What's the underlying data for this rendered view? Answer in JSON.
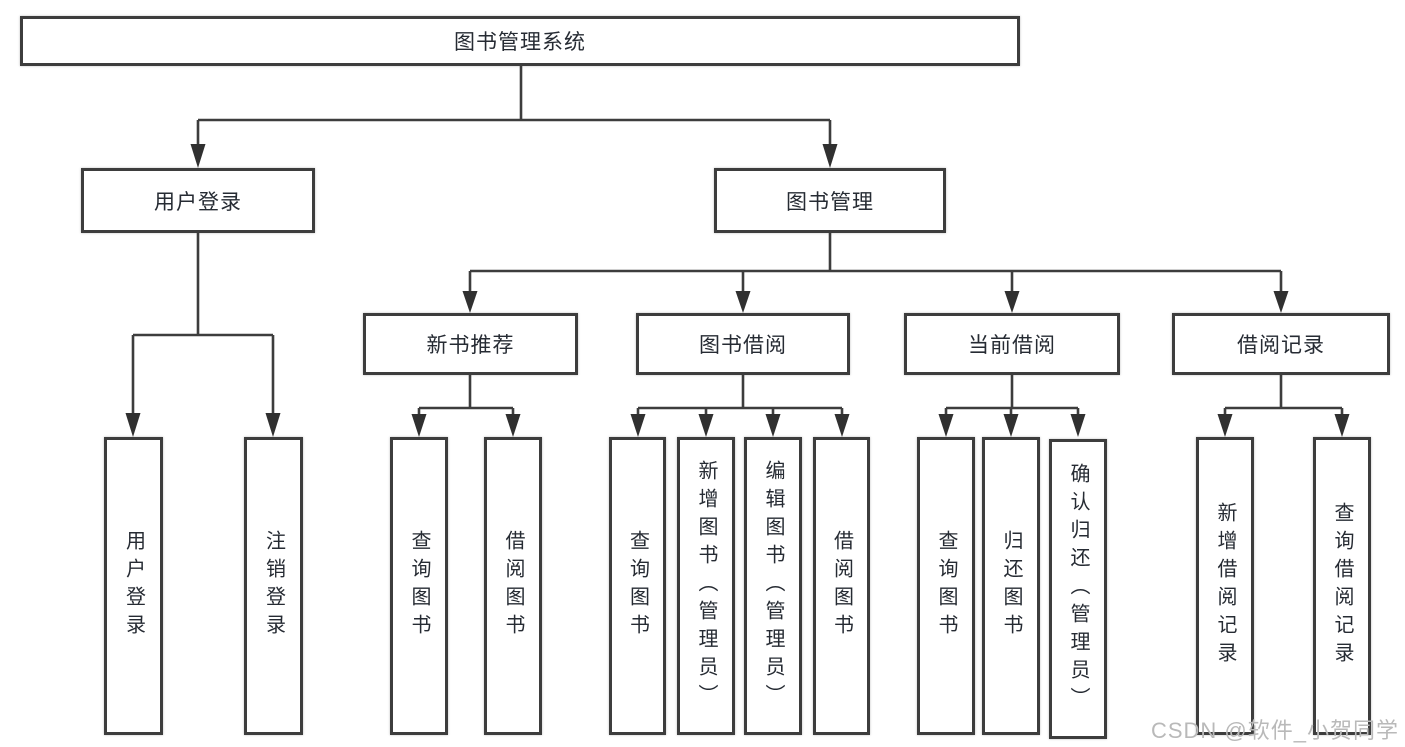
{
  "colors": {
    "line": "#3d3d3d",
    "text": "#262b33",
    "watermark": "#b9b9b9",
    "box-bg": "#ffffff"
  },
  "watermark": "CSDN @软件_小贺同学",
  "tree": {
    "root": {
      "label": "图书管理系统"
    },
    "branches": [
      {
        "label": "用户登录",
        "children": [
          {
            "label": "用户登录"
          },
          {
            "label": "注销登录"
          }
        ]
      },
      {
        "label": "图书管理",
        "children": [
          {
            "label": "新书推荐",
            "children": [
              {
                "label": "查询图书"
              },
              {
                "label": "借阅图书"
              }
            ]
          },
          {
            "label": "图书借阅",
            "children": [
              {
                "label": "查询图书"
              },
              {
                "label": "新增图书（管理员）"
              },
              {
                "label": "编辑图书（管理员）"
              },
              {
                "label": "借阅图书"
              }
            ]
          },
          {
            "label": "当前借阅",
            "children": [
              {
                "label": "查询图书"
              },
              {
                "label": "归还图书"
              },
              {
                "label": "确认归还（管理员）"
              }
            ]
          },
          {
            "label": "借阅记录",
            "children": [
              {
                "label": "新增借阅记录"
              },
              {
                "label": "查询借阅记录"
              }
            ]
          }
        ]
      }
    ]
  }
}
